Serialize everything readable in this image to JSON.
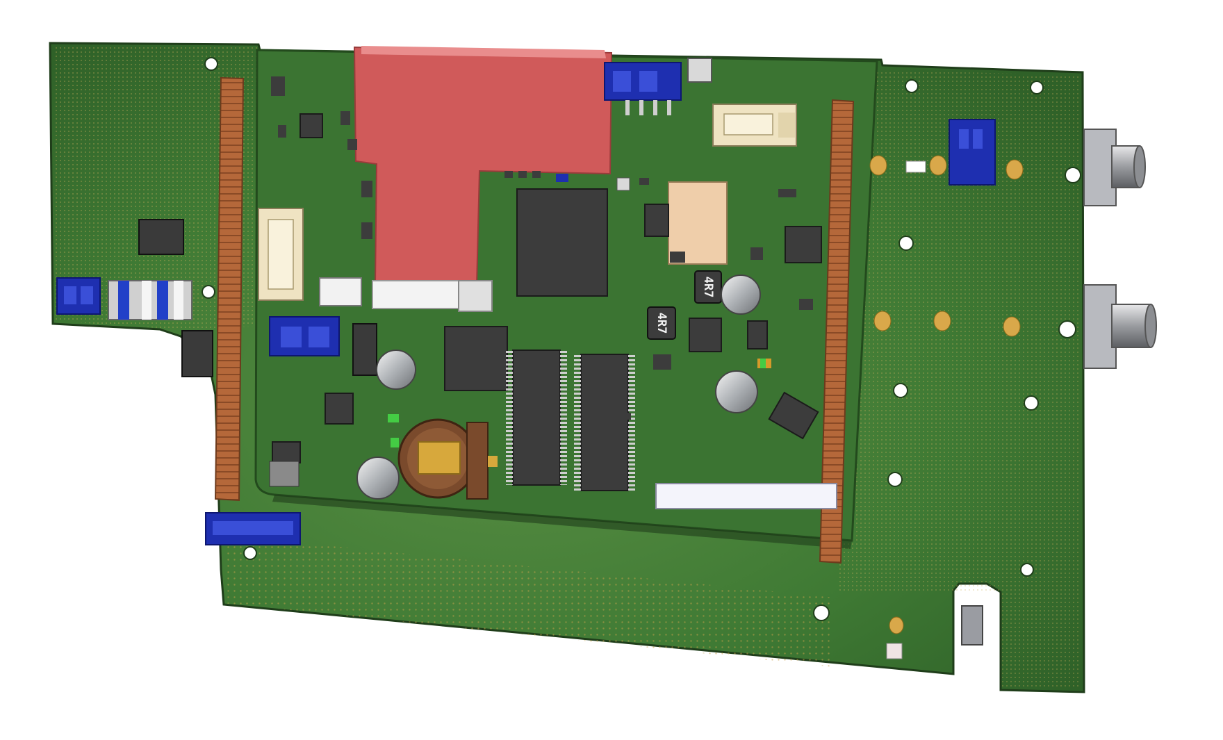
{
  "scene": {
    "subject": "pcb-assembly-render",
    "background": "#ffffff",
    "colors": {
      "board_green": "#3f7a34",
      "board_green_dark": "#2c5a24",
      "board_edge": "#1f3d1a",
      "copper_pad": "#d9a84a",
      "header_copper": "#b5683a",
      "flex_cable": "#d05a5a",
      "connector_blue": "#1e2fb0",
      "connector_cream": "#efe3c2",
      "ic_black": "#3c3c3c",
      "cap_silver": "#b9bcc0"
    }
  },
  "markings": {
    "inductor_left": "4R7",
    "inductor_right": "4R7"
  }
}
